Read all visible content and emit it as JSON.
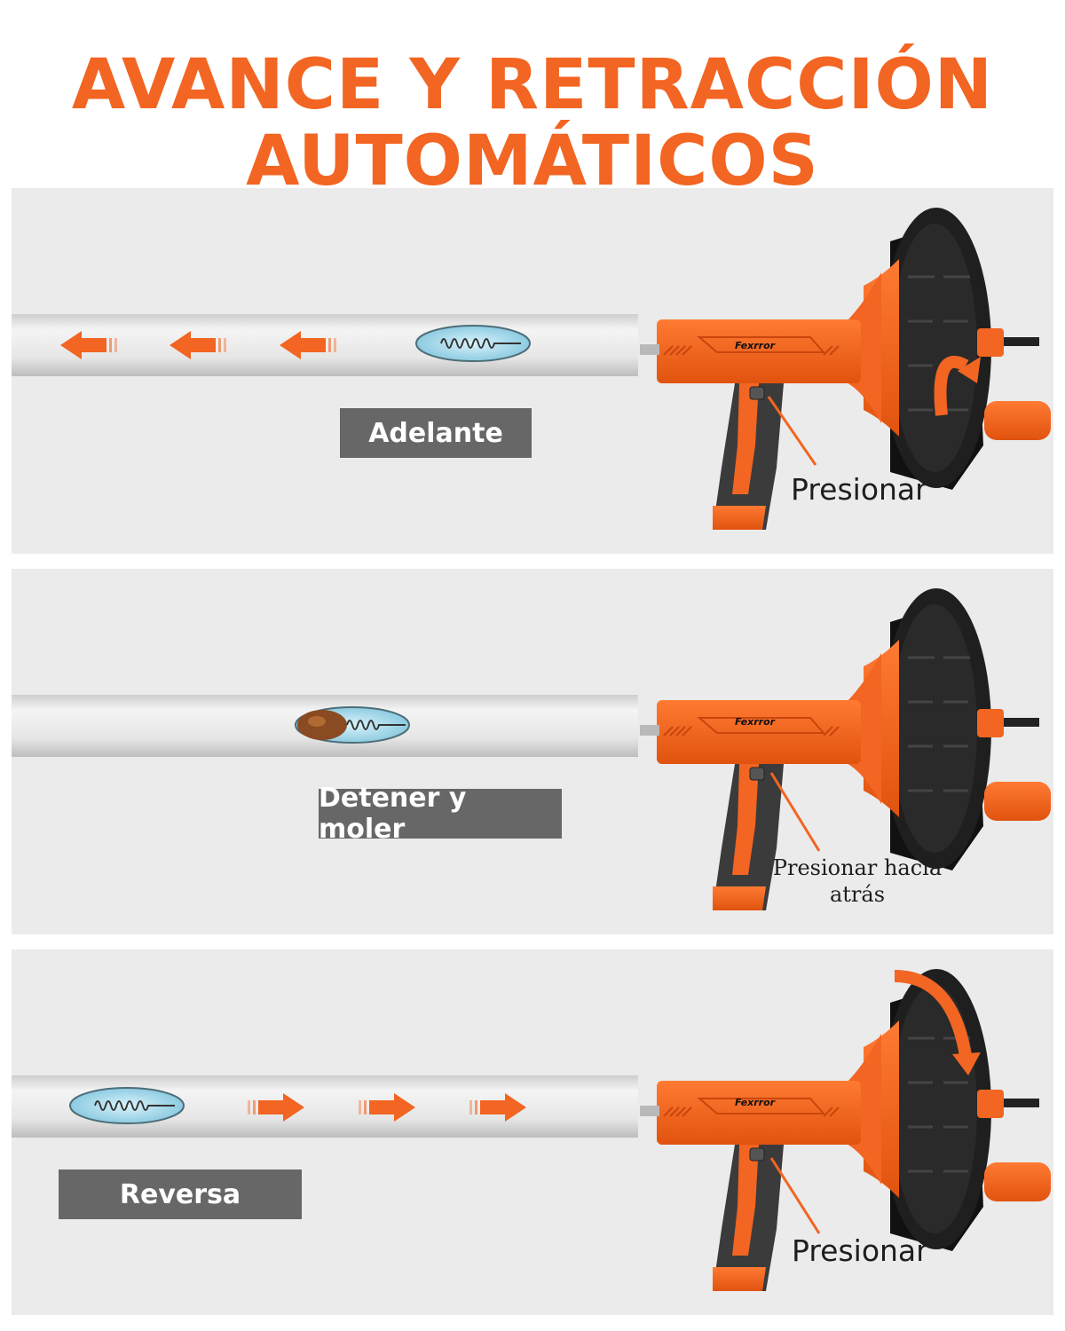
{
  "title": {
    "line1": "AVANCE Y RETRACCIÓN",
    "line2": "AUTOMÁTICOS"
  },
  "brand": "Fexrror",
  "colors": {
    "accent": "#f26522",
    "label_bg": "#676767",
    "panel_bg": "#ebebeb",
    "drum": "#1f1f1f"
  },
  "panels": [
    {
      "mode": "Adelante",
      "action": "Presionar",
      "arrow_direction": "left"
    },
    {
      "mode": "Detener y moler",
      "action": "Presionar hacia atrás",
      "arrow_direction": "none"
    },
    {
      "mode": "Reversa",
      "action": "Presionar",
      "arrow_direction": "right"
    }
  ]
}
